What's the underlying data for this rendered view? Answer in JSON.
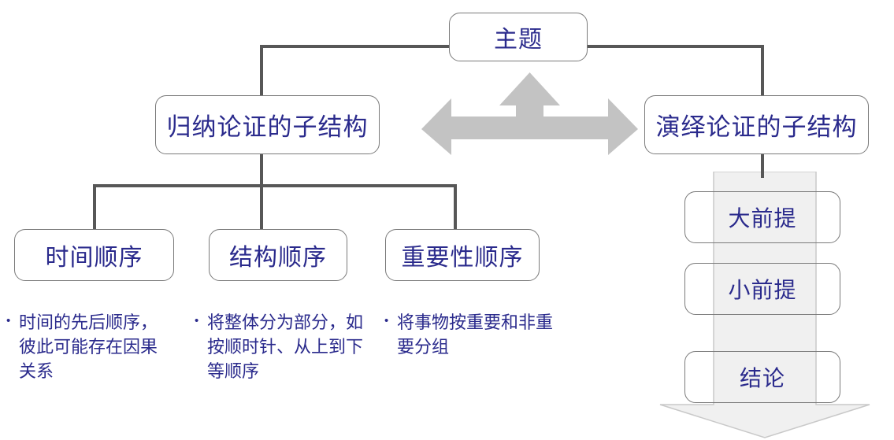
{
  "diagram": {
    "title_node": {
      "label": "主题"
    },
    "branches": {
      "inductive": {
        "label": "归纳论证的子结构"
      },
      "deductive": {
        "label": "演绎论证的子结构"
      }
    },
    "inductive_children": [
      {
        "label": "时间顺序"
      },
      {
        "label": "结构顺序"
      },
      {
        "label": "重要性顺序"
      }
    ],
    "inductive_notes": [
      {
        "bullet": "•",
        "text": "时间的先后顺序，彼此可能存在因果关系"
      },
      {
        "bullet": "•",
        "text": "将整体分为部分，如按顺时针、从上到下等顺序"
      },
      {
        "bullet": "•",
        "text": "将事物按重要和非重要分组"
      }
    ],
    "deductive_steps": [
      {
        "label": "大前提"
      },
      {
        "label": "小前提"
      },
      {
        "label": "结论"
      }
    ],
    "arrows": {
      "tri_directional": "tri-directional-arrow",
      "downward_flow": "down-arrow"
    },
    "colors": {
      "text_blue": "#2a2a8c",
      "box_border": "#7a7a7a",
      "connector": "#575757",
      "arrow_solid_gray": "#c3c3c3",
      "arrow_fill_light": "#f0f0f0",
      "arrow_outline": "#c9c9c9",
      "background": "#ffffff"
    }
  }
}
